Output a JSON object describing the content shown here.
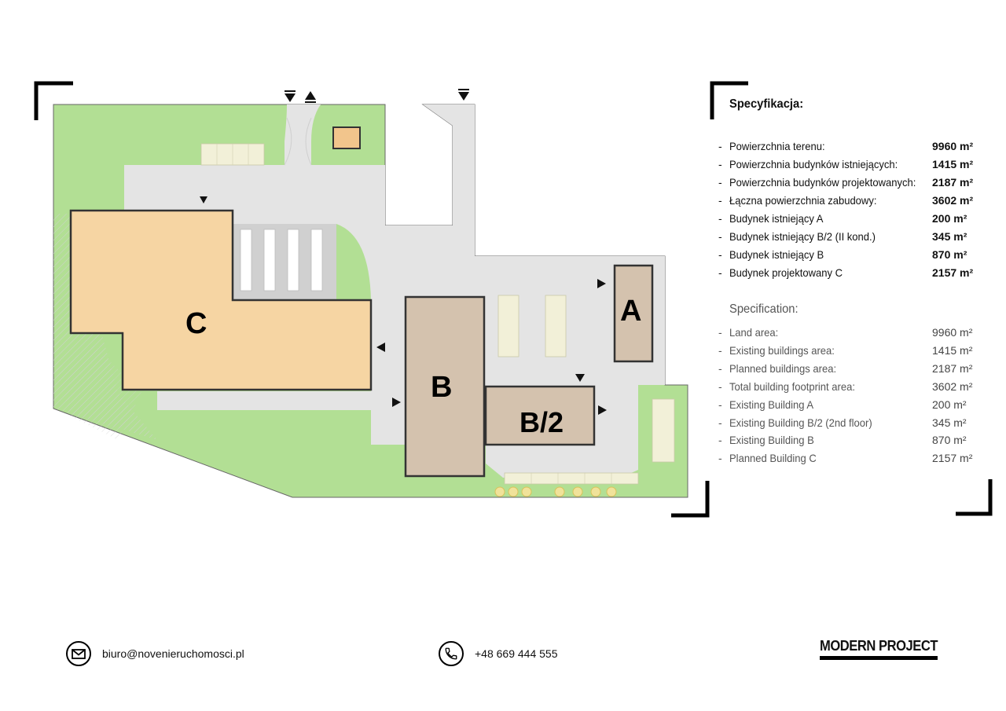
{
  "site_plan": {
    "buildings": {
      "a": "A",
      "b": "B",
      "b2": "B/2",
      "c": "C"
    }
  },
  "spec_pl": {
    "title": "Specyfikacja:",
    "rows": [
      {
        "label": "Powierzchnia terenu:",
        "value": "9960 m²"
      },
      {
        "label": "Powierzchnia budynków istniejących:",
        "value": "1415 m²"
      },
      {
        "label": "Powierzchnia budynków projektowanych:",
        "value": "2187 m²"
      },
      {
        "label": "Łączna powierzchnia zabudowy:",
        "value": "3602 m²"
      },
      {
        "label": "Budynek istniejący A",
        "value": "200 m²"
      },
      {
        "label": "Budynek istniejący B/2 (II kond.)",
        "value": "345 m²"
      },
      {
        "label": "Budynek istniejący B",
        "value": "870 m²"
      },
      {
        "label": "Budynek projektowany C",
        "value": "2157 m²"
      }
    ]
  },
  "spec_en": {
    "title": "Specification:",
    "rows": [
      {
        "label": "Land area:",
        "value": "9960 m²"
      },
      {
        "label": "Existing buildings area:",
        "value": "1415 m²"
      },
      {
        "label": "Planned buildings area:",
        "value": "2187 m²"
      },
      {
        "label": "Total building footprint area:",
        "value": "3602 m²"
      },
      {
        "label": "Existing Building A",
        "value": "200 m²"
      },
      {
        "label": "Existing Building B/2 (2nd floor)",
        "value": "345 m²"
      },
      {
        "label": "Existing Building B",
        "value": "870 m²"
      },
      {
        "label": "Planned Building C",
        "value": "2157 m²"
      }
    ]
  },
  "contact": {
    "email": "biuro@novenieruchomosci.pl",
    "phone": "+48 669 444 555",
    "email_icon": "envelope-icon",
    "phone_icon": "phone-icon"
  },
  "brand": {
    "logo_text": "MODERN PROJECT"
  },
  "colors": {
    "grass": "#b2df94",
    "road": "#e4e4e4",
    "building_planned": "#f6d5a3",
    "building_existing": "#d4c2ae",
    "outline": "#333333"
  }
}
